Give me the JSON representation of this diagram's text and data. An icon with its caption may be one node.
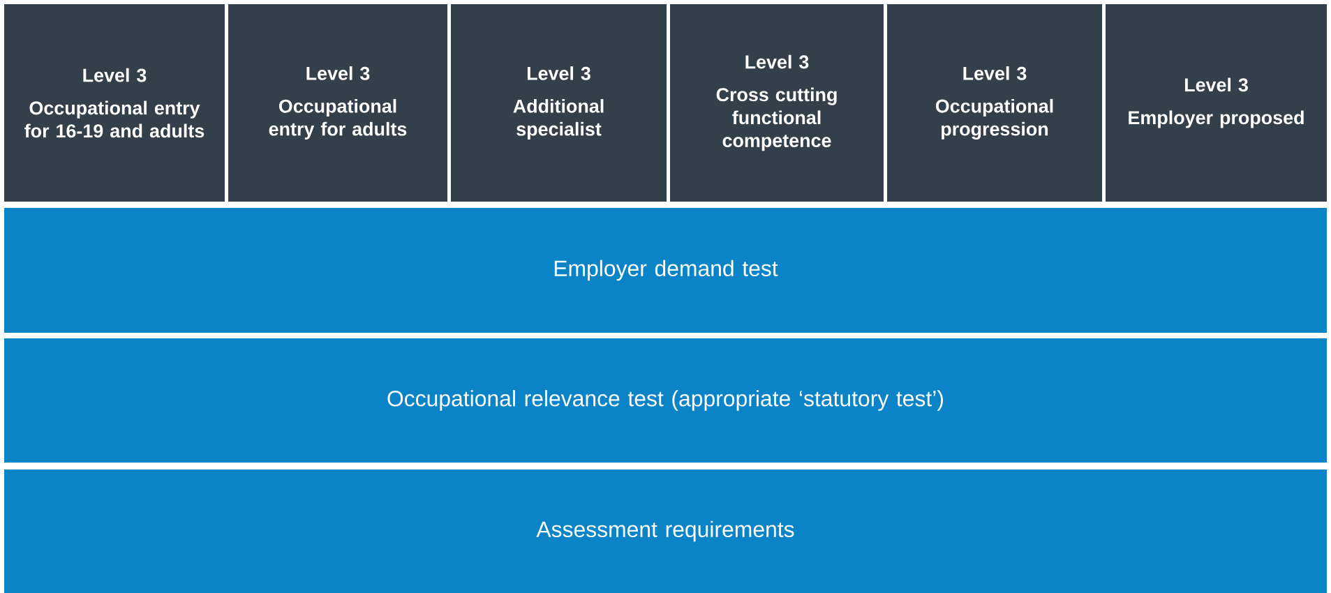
{
  "diagram": {
    "nodes": [
      {
        "text": [
          "Level 3",
          "Occupational entry for 16-19 and adults"
        ]
      },
      {
        "text": [
          "Level 3",
          "Occupational entry for adults"
        ]
      },
      {
        "text": [
          "Level 3",
          "Additional specialist"
        ]
      },
      {
        "text": [
          "Level 3",
          "Cross cutting functional competence"
        ]
      },
      {
        "text": [
          "Level 3",
          "Occupational progression"
        ]
      },
      {
        "text": [
          "Level 3",
          "Employer proposed"
        ]
      },
      {
        "text": [
          "Employer demand test"
        ]
      },
      {
        "text": [
          "Occupational relevance test (appropriate ‘statutory test’)"
        ]
      },
      {
        "text": [
          "Assessment requirements"
        ]
      }
    ]
  }
}
